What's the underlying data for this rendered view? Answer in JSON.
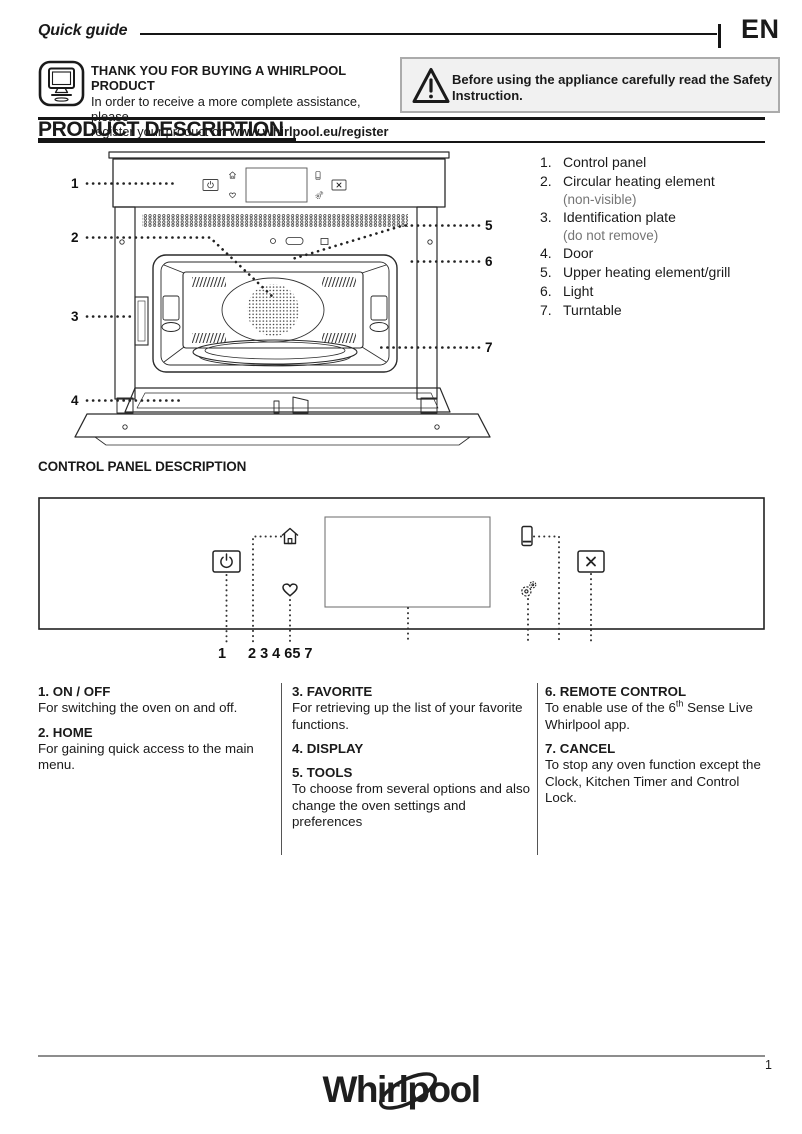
{
  "header": {
    "title": "Quick guide",
    "lang": "EN"
  },
  "register": {
    "icon": "computer-monitor-icon",
    "title": "THANK YOU FOR BUYING A WHIRLPOOL PRODUCT",
    "line1": "In order to receive a more complete assistance, please",
    "line2_prefix": "register your product on ",
    "url": "www.whirlpool.eu/register"
  },
  "warning": {
    "icon": "warning-triangle-icon",
    "line1": "Before using the appliance carefully read the Safety",
    "line2": "Instruction."
  },
  "product_description": {
    "title": "PRODUCT DESCRIPTION",
    "callouts": [
      "1",
      "2",
      "3",
      "4",
      "5",
      "6",
      "7"
    ],
    "parts": [
      {
        "num": "1.",
        "label": "Control panel",
        "note": ""
      },
      {
        "num": "2.",
        "label": "Circular heating element",
        "note": "(non-visible)"
      },
      {
        "num": "3.",
        "label": "Identification plate",
        "note": "(do not remove)"
      },
      {
        "num": "4.",
        "label": "Door",
        "note": ""
      },
      {
        "num": "5.",
        "label": "Upper heating element/grill",
        "note": ""
      },
      {
        "num": "6.",
        "label": "Light",
        "note": ""
      },
      {
        "num": "7.",
        "label": "Turntable",
        "note": ""
      }
    ]
  },
  "control_panel": {
    "title": "CONTROL PANEL DESCRIPTION",
    "icons": [
      "power-icon",
      "home-icon",
      "heart-icon",
      "display-screen",
      "smartphone-icon",
      "gears-icon",
      "x-icon"
    ],
    "callout_1": "1",
    "callout_rest": "2 3 4 65 7",
    "columns": [
      {
        "items": [
          {
            "title": "1. ON / OFF",
            "desc": "For switching the oven on and off."
          },
          {
            "title": "2. HOME",
            "desc": "For gaining quick access to the main menu."
          }
        ]
      },
      {
        "items": [
          {
            "title": "3. FAVORITE",
            "desc": "For retrieving up the list of your favorite functions."
          },
          {
            "title": "4. DISPLAY",
            "desc": ""
          },
          {
            "title": "5. TOOLS",
            "desc": "To choose from several options and also change the oven settings and preferences"
          }
        ]
      },
      {
        "items": [
          {
            "title": "6. REMOTE CONTROL",
            "desc_pre": "To enable use of the 6",
            "desc_sup": "th",
            "desc_post": " Sense Live Whirlpool app."
          },
          {
            "title": "7. CANCEL",
            "desc": "To stop any oven function except the Clock, Kitchen Timer and Control Lock."
          }
        ]
      }
    ]
  },
  "footer": {
    "page": "1",
    "brand": "Whirlpool"
  },
  "colors": {
    "text": "#1a1a1a",
    "note_gray": "#757575",
    "warning_bg": "#f1f1f1",
    "warning_border": "#ababab",
    "footer_rule": "#8d8d8d"
  }
}
